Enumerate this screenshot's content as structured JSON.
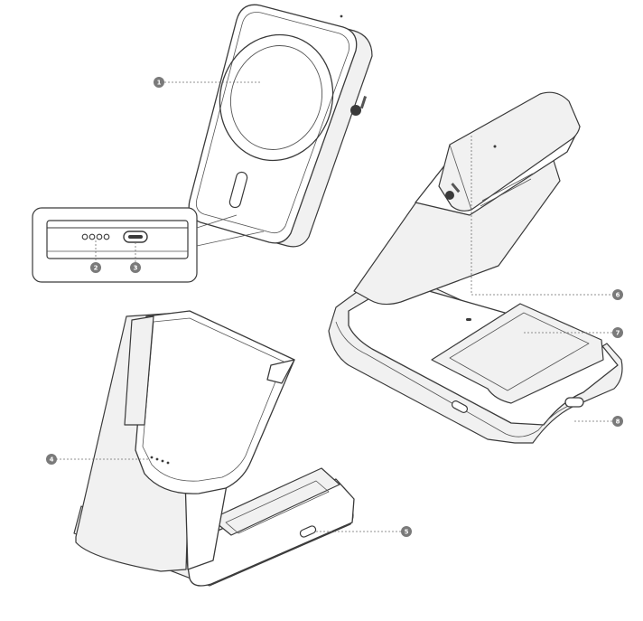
{
  "callouts": [
    {
      "id": 1,
      "label": "1"
    },
    {
      "id": 2,
      "label": "2"
    },
    {
      "id": 3,
      "label": "3"
    },
    {
      "id": 4,
      "label": "4"
    },
    {
      "id": 5,
      "label": "5"
    },
    {
      "id": 6,
      "label": "6"
    },
    {
      "id": 7,
      "label": "7"
    },
    {
      "id": 8,
      "label": "8"
    }
  ],
  "colors": {
    "line": "#3a3a3a",
    "callout_fill": "#7a7a7a",
    "leader": "#6f6f6f"
  },
  "icons": [
    "magsafe-ring",
    "usb-c-port",
    "pogo-pins",
    "logo-badge"
  ]
}
